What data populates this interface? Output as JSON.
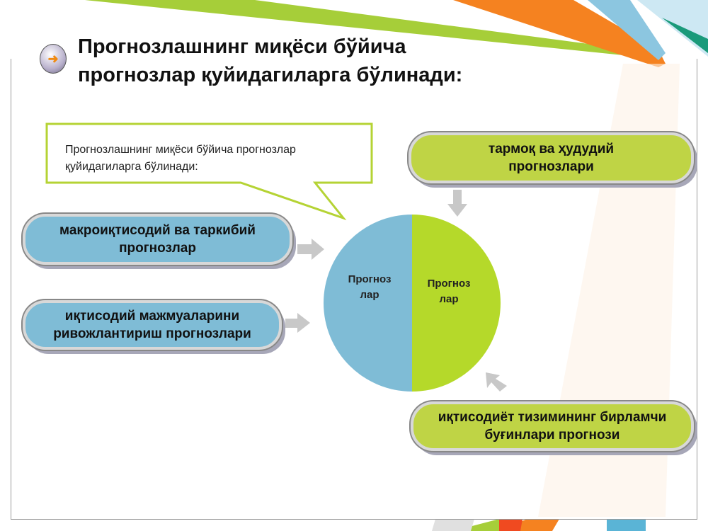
{
  "title": {
    "line1": "Прогнозлашнинг миқёси бўйича",
    "line2": "прогнозлар қуйидагиларга бўлинади:"
  },
  "callout": {
    "line1": "Прогнозлашнинг миқёси бўйича прогнозлар",
    "line2": "қуйидагиларга бўлинади:"
  },
  "boxes": {
    "top_right": {
      "line1": "тармоқ ва ҳудудий",
      "line2": "прогнозлари"
    },
    "left_1": {
      "line1": "макроиқтисодий ва таркибий",
      "line2": "прогнозлар"
    },
    "left_2": {
      "line1": "иқтисодий мажмуаларини",
      "line2": "ривожлантириш прогнозлари"
    },
    "bottom_right": {
      "line1": "иқтисодиёт тизимининг бирламчи",
      "line2": "буғинлари прогнози"
    }
  },
  "circle": {
    "left": {
      "line1": "Прогноз",
      "line2": "лар"
    },
    "right": {
      "line1": "Прогноз",
      "line2": "лар"
    }
  },
  "colors": {
    "green": "#bfd445",
    "blue": "#7fbcd6",
    "orange": "#f58220"
  }
}
